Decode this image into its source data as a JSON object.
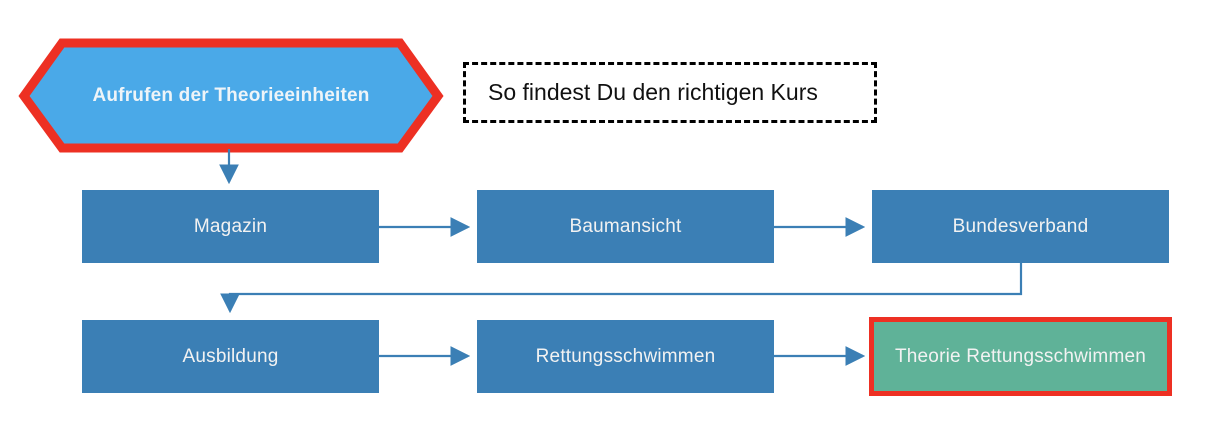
{
  "diagram": {
    "title_note": "So findest Du den richtigen Kurs",
    "start_node": {
      "label": "Aufrufen der Theorieeinheiten",
      "shape": "hexagon",
      "fill": "#4aa9e8",
      "border": "#ed3023"
    },
    "rows": [
      {
        "nodes": [
          {
            "label": "Magazin",
            "shape": "rect",
            "fill": "#3b7fb5"
          },
          {
            "label": "Baumansicht",
            "shape": "rect",
            "fill": "#3b7fb5"
          },
          {
            "label": "Bundesverband",
            "shape": "rect",
            "fill": "#3b7fb5"
          }
        ]
      },
      {
        "nodes": [
          {
            "label": "Ausbildung",
            "shape": "rect",
            "fill": "#3b7fb5"
          },
          {
            "label": "Rettungsschwimmen",
            "shape": "rect",
            "fill": "#3b7fb5"
          },
          {
            "label": "Theorie Rettungsschwimmen",
            "shape": "rect",
            "fill": "#5fb298",
            "border": "#ed3023"
          }
        ]
      }
    ],
    "colors": {
      "connector": "#3b7fb5",
      "accent_red": "#ed3023",
      "node_blue": "#3b7fb5",
      "start_blue": "#4aa9e8",
      "highlight_green": "#5fb298",
      "note_border": "#000000"
    }
  }
}
